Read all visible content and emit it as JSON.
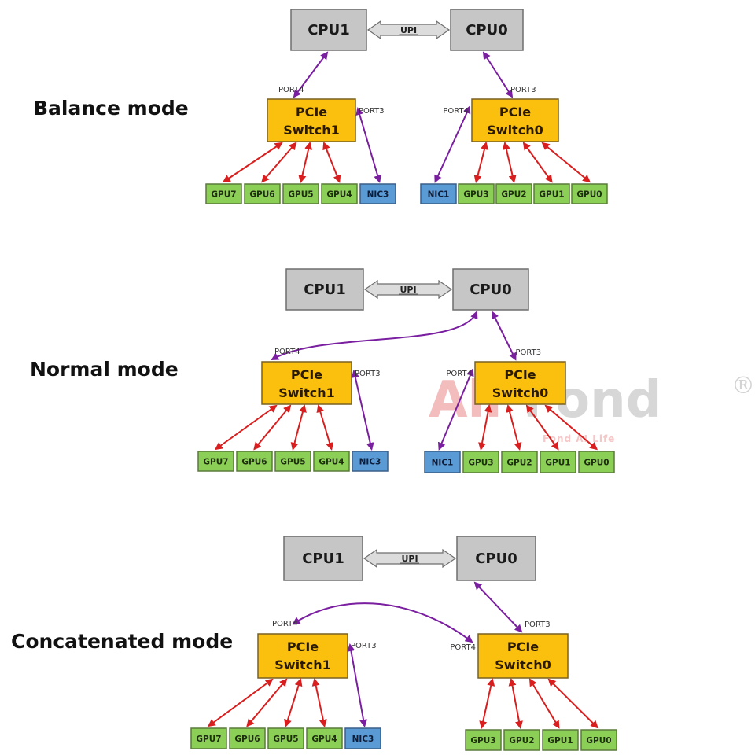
{
  "colors": {
    "cpu_fill": "#c6c6c6",
    "cpu_stroke": "#6e6e6e",
    "switch_fill": "#fbbf0e",
    "switch_stroke": "#7a6020",
    "gpu_fill": "#8ccf57",
    "gpu_stroke": "#5b7a3a",
    "nic_fill": "#5b9bd5",
    "nic_stroke": "#3a5f88",
    "gpu_link": "#d81e1e",
    "nic_link": "#7a1fa0",
    "upi_fill": "#dcdcdc",
    "upi_stroke": "#6e6e6e",
    "watermark_red": "#f2b6b6",
    "watermark_gray": "#d3d3d3"
  },
  "upi_label": "UPI",
  "switch_line1": "PCIe",
  "watermark": {
    "brand_part1": "All",
    "brand_part2": "Fond",
    "registered": "®",
    "tagline": "Fond AI Life"
  },
  "modes": [
    {
      "id": "balance",
      "label": "Balance mode",
      "cpus": [
        "CPU1",
        "CPU0"
      ],
      "switches": [
        {
          "name": "Switch1",
          "upstream_port": "PORT4",
          "nic_port": "PORT3",
          "upstream_to": "CPU1"
        },
        {
          "name": "Switch0",
          "upstream_port": "PORT3",
          "nic_port": "PORT4",
          "upstream_to": "CPU0"
        }
      ],
      "left_devices": [
        "GPU7",
        "GPU6",
        "GPU5",
        "GPU4",
        "NIC3"
      ],
      "right_devices": [
        "NIC1",
        "GPU3",
        "GPU2",
        "GPU1",
        "GPU0"
      ]
    },
    {
      "id": "normal",
      "label": "Normal mode",
      "cpus": [
        "CPU1",
        "CPU0"
      ],
      "switches": [
        {
          "name": "Switch1",
          "upstream_port": "PORT4",
          "nic_port": "PORT3",
          "upstream_to": "CPU0"
        },
        {
          "name": "Switch0",
          "upstream_port": "PORT3",
          "nic_port": "PORT4",
          "upstream_to": "CPU0"
        }
      ],
      "left_devices": [
        "GPU7",
        "GPU6",
        "GPU5",
        "GPU4",
        "NIC3"
      ],
      "right_devices": [
        "NIC1",
        "GPU3",
        "GPU2",
        "GPU1",
        "GPU0"
      ]
    },
    {
      "id": "concatenated",
      "label": "Concatenated mode",
      "cpus": [
        "CPU1",
        "CPU0"
      ],
      "switches": [
        {
          "name": "Switch1",
          "upstream_port": "PORT4",
          "nic_port": "PORT3",
          "upstream_to": "Switch0"
        },
        {
          "name": "Switch0",
          "upstream_port": "PORT3",
          "cascade_port": "PORT4",
          "upstream_to": "CPU0"
        }
      ],
      "left_devices": [
        "GPU7",
        "GPU6",
        "GPU5",
        "GPU4",
        "NIC3"
      ],
      "right_devices": [
        "GPU3",
        "GPU2",
        "GPU1",
        "GPU0"
      ]
    }
  ]
}
